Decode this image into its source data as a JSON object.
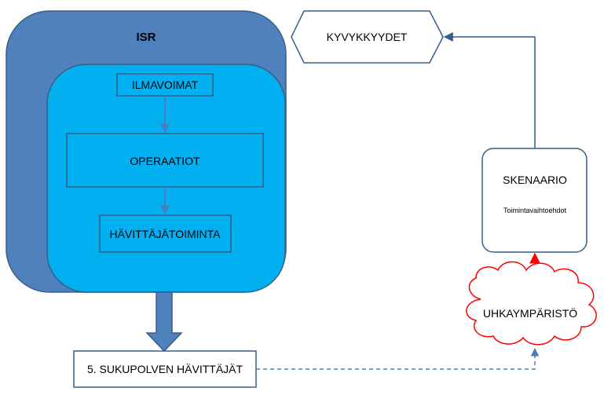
{
  "diagram": {
    "isr_label": "ISR",
    "ilmavoimat_label": "ILMAVOIMAT",
    "operaatiot_label": "OPERAATIOT",
    "havittajatoiminta_label": "HÄVITTÄJÄTOIMINTA",
    "sukupolvi_label": "5. SUKUPOLVEN HÄVITTÄJÄT",
    "kyvykkyydet_label": "KYVYKKYYDET",
    "skenaario_label": "SKENAARIO",
    "toimintavaihtoehdot_label": "Toimintavaihtoehdot",
    "uhkaymparisto_label": "UHKAYMPÄRISTÖ"
  },
  "colors": {
    "isr_fill": "#4f81bd",
    "inner_fill": "#00b0f0",
    "outline": "#385d8a",
    "threat_red": "#ff0000",
    "connector_blue": "#4a7ebb"
  }
}
